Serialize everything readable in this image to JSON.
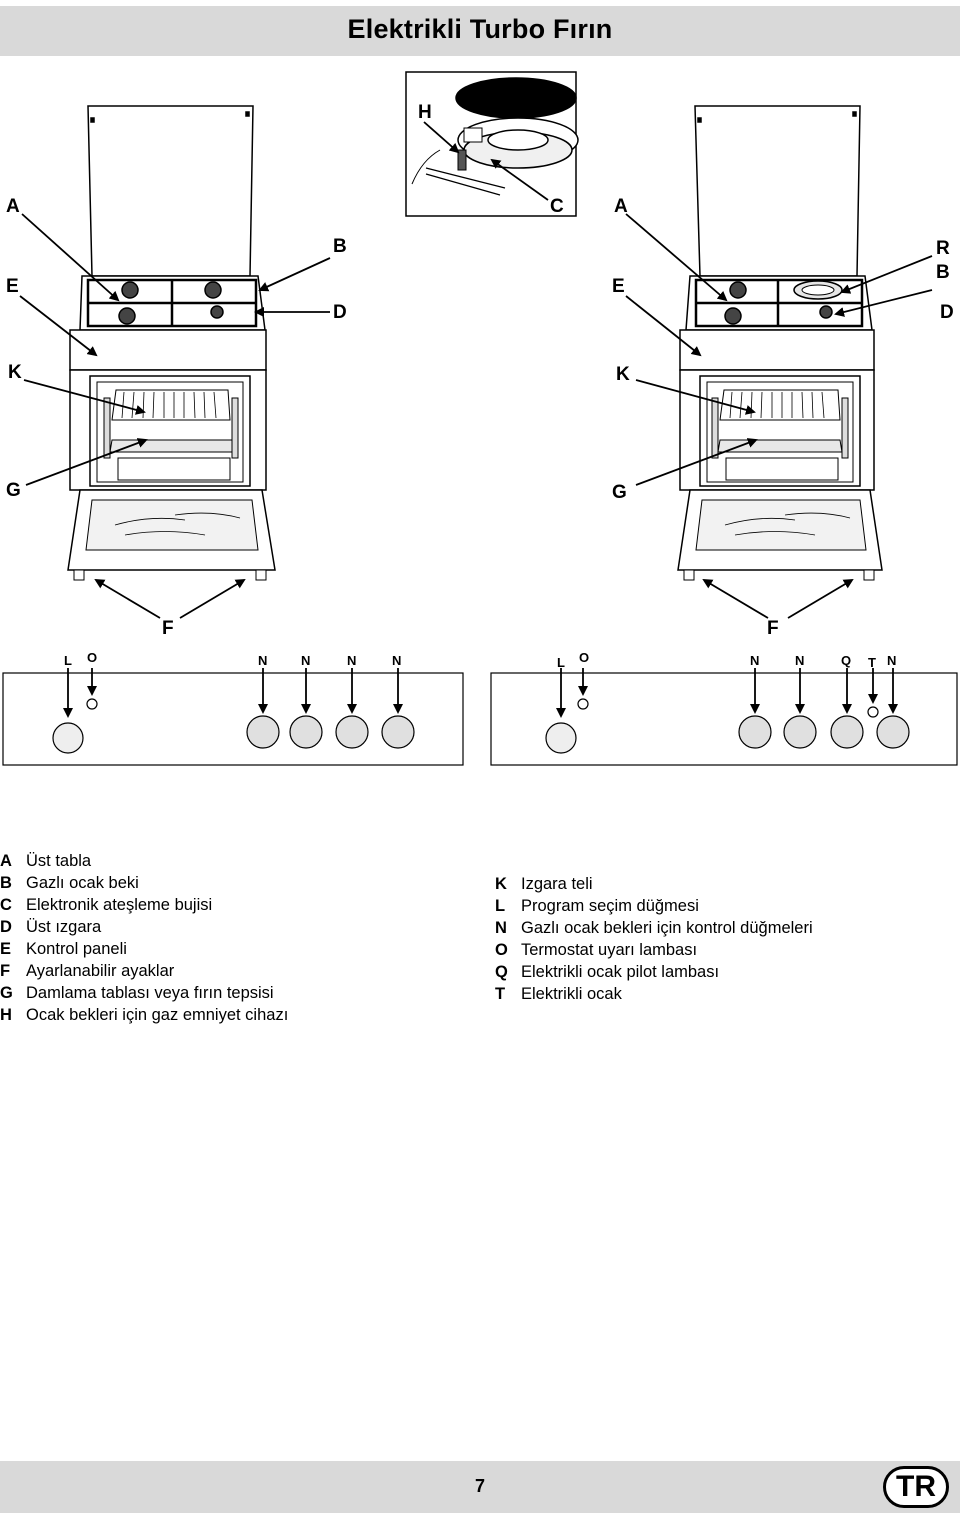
{
  "header": {
    "title": "Elektrikli Turbo Fırın"
  },
  "diagram": {
    "callouts_left_stove": [
      "A",
      "B",
      "E",
      "D",
      "K",
      "G",
      "F"
    ],
    "callouts_center_detail": [
      "H",
      "C"
    ],
    "callouts_right_stove": [
      "A",
      "R",
      "B",
      "E",
      "D",
      "K",
      "G",
      "F"
    ],
    "left_panel_labels": [
      "L",
      "O",
      "N",
      "N",
      "N",
      "N"
    ],
    "right_panel_labels": [
      "L",
      "O",
      "N",
      "N",
      "Q",
      "T",
      "N"
    ]
  },
  "legend": {
    "left": [
      {
        "key": "A",
        "text": "Üst tabla"
      },
      {
        "key": "B",
        "text": "Gazlı ocak beki"
      },
      {
        "key": "C",
        "text": "Elektronik ateşleme bujisi"
      },
      {
        "key": "D",
        "text": "Üst ızgara"
      },
      {
        "key": "E",
        "text": "Kontrol paneli"
      },
      {
        "key": "F",
        "text": "Ayarlanabilir ayaklar"
      },
      {
        "key": "G",
        "text": "Damlama tablası veya fırın tepsisi"
      },
      {
        "key": "H",
        "text": "Ocak bekleri için gaz emniyet cihazı"
      }
    ],
    "right": [
      {
        "key": "K",
        "text": "Izgara teli"
      },
      {
        "key": "L",
        "text": "Program seçim düğmesi"
      },
      {
        "key": "N",
        "text": "Gazlı ocak bekleri için kontrol düğmeleri"
      },
      {
        "key": "O",
        "text": "Termostat uyarı lambası"
      },
      {
        "key": "Q",
        "text": "Elektrikli ocak pilot lambası"
      },
      {
        "key": "T",
        "text": "Elektrikli ocak"
      }
    ]
  },
  "footer": {
    "page_number": "7",
    "language_badge": "TR"
  }
}
